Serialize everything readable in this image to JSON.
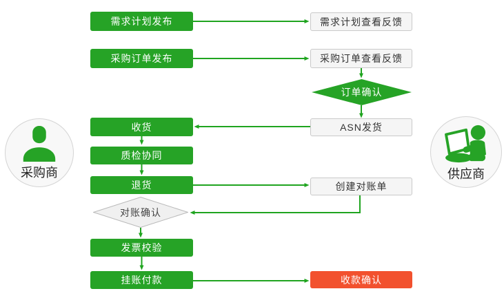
{
  "colors": {
    "green": "#26a326",
    "arrow_green": "#1fa41f",
    "red": "#f2512e",
    "light_box_fill": "#f5f5f5",
    "light_box_border": "#c9c9c9",
    "gray_diamond_fill": "#f0f0f0",
    "gray_diamond_border": "#b9b9b9",
    "text_dark": "#333333",
    "text_light": "#ffffff"
  },
  "actors": {
    "buyer": {
      "label": "采购商",
      "icon": "person-icon"
    },
    "supplier": {
      "label": "供应商",
      "icon": "person-laptop-icon"
    }
  },
  "nodes": {
    "demand_plan_release": "需求计划发布",
    "demand_plan_feedback": "需求计划查看反馈",
    "po_release": "采购订单发布",
    "po_feedback": "采购订单查看反馈",
    "order_confirm": "订单确认",
    "asn_ship": "ASN发货",
    "receive": "收货",
    "quality_check": "质检协同",
    "return_goods": "退货",
    "create_statement": "创建对账单",
    "statement_confirm": "对账确认",
    "invoice_verify": "发票校验",
    "book_payment": "挂账付款",
    "payment_confirm": "收款确认"
  }
}
